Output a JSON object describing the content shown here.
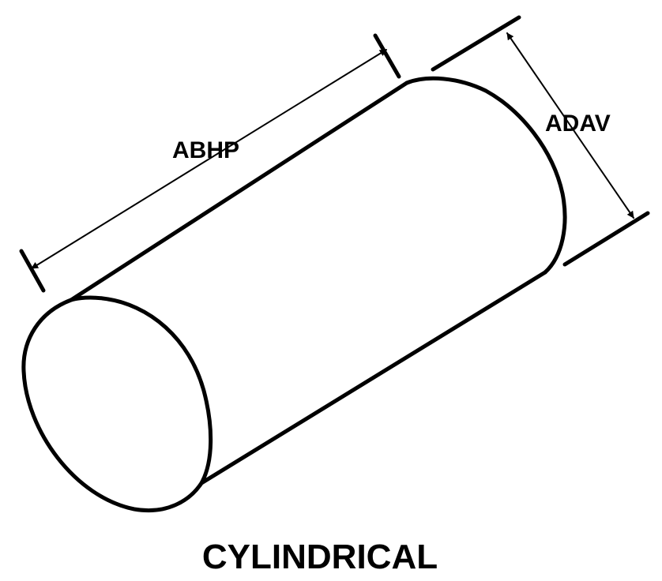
{
  "diagram": {
    "shape": "cylinder",
    "dimensions": {
      "length_label": "ABHP",
      "diameter_label": "ADAV"
    },
    "caption": "CYLINDRICAL",
    "colors": {
      "line": "#000000",
      "background": "#ffffff"
    }
  }
}
